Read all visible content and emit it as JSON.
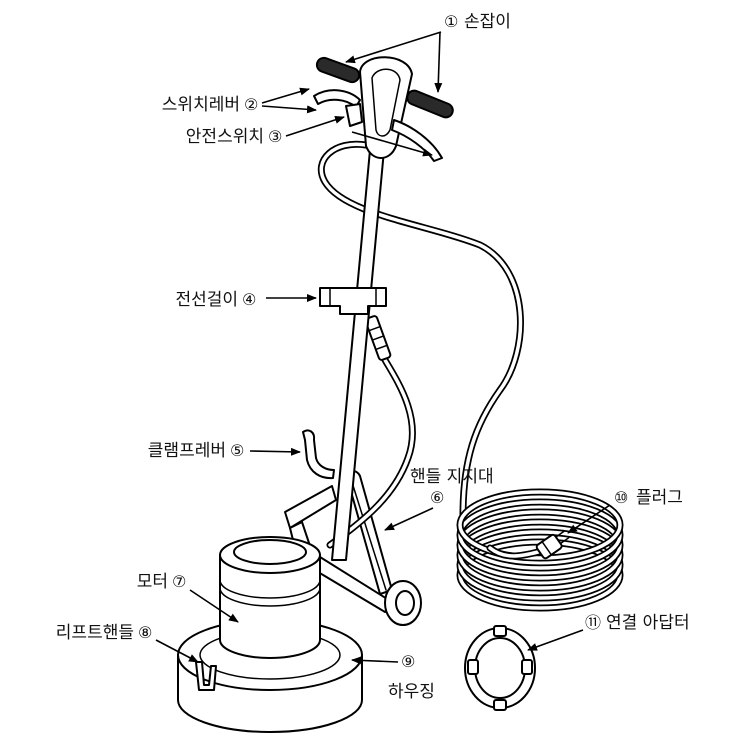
{
  "labels": {
    "handle": {
      "number": "①",
      "name": "손잡이"
    },
    "switch_lever": {
      "number": "②",
      "name": "스위치레버"
    },
    "safety_switch": {
      "number": "③",
      "name": "안전스위치"
    },
    "cord_hook": {
      "number": "④",
      "name": "전선걸이"
    },
    "clamp_lever": {
      "number": "⑤",
      "name": "클램프레버"
    },
    "handle_support": {
      "number": "⑥",
      "name": "핸들 지지대"
    },
    "motor": {
      "number": "⑦",
      "name": "모터"
    },
    "lift_handle": {
      "number": "⑧",
      "name": "리프트핸들"
    },
    "housing": {
      "number": "⑨",
      "name": "하우징"
    },
    "plug": {
      "number": "⑩",
      "name": "플러그"
    },
    "adapter": {
      "number": "⑪",
      "name": "연결 아답터"
    }
  },
  "colors": {
    "line": "#000000",
    "background": "#ffffff"
  }
}
